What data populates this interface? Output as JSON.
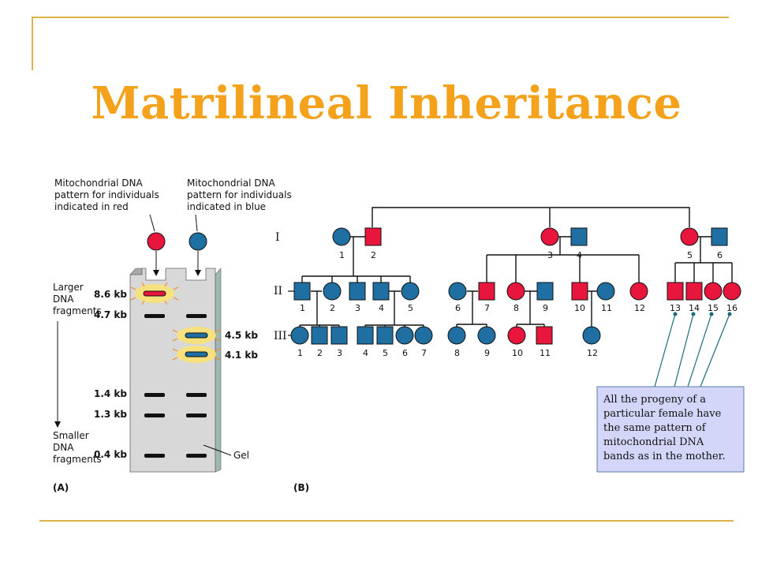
{
  "title": "Matrilineal Inheritance",
  "panel_a": {
    "caption": "(A)",
    "red_note": [
      "Mitochondrial DNA",
      "pattern for individuals",
      "indicated in red"
    ],
    "blue_note": [
      "Mitochondrial DNA",
      "pattern for individuals",
      "indicated in blue"
    ],
    "larger": [
      "Larger",
      "DNA",
      "fragments"
    ],
    "smaller": [
      "Smaller",
      "DNA",
      "fragments"
    ],
    "gel_label": "Gel",
    "bands": [
      "8.6 kb",
      "4.7 kb",
      "4.5 kb",
      "4.1 kb",
      "1.4 kb",
      "1.3 kb",
      "0.4 kb"
    ]
  },
  "panel_b": {
    "caption": "(B)",
    "generations": [
      "I",
      "II",
      "III"
    ],
    "gen1_labels": [
      "1",
      "2",
      "3",
      "4",
      "5",
      "6"
    ],
    "gen2_labels": [
      "1",
      "2",
      "3",
      "4",
      "5",
      "6",
      "7",
      "8",
      "9",
      "10",
      "11",
      "12",
      "13",
      "14",
      "15",
      "16"
    ],
    "gen3_labels": [
      "1",
      "2",
      "3",
      "4",
      "5",
      "6",
      "7",
      "8",
      "9",
      "10",
      "11",
      "12"
    ],
    "note": [
      "All the progeny of a",
      "particular female have",
      "the same pattern of",
      "mitochondrial DNA",
      "bands as in the mother."
    ]
  },
  "colors": {
    "title": "#f4a11c",
    "rule": "#d9b44a",
    "red": "#e8163c",
    "blue": "#1f6fa3",
    "note_bg": "#d3d6f8"
  }
}
